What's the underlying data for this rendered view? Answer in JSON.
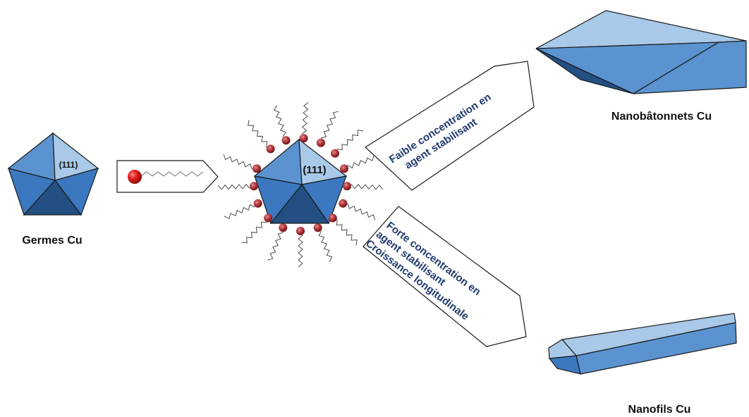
{
  "labels": {
    "seed": "Germes Cu",
    "seed_facet": "(111)",
    "capped_facet": "(111)",
    "rods": "Nanobâtonnets Cu",
    "wires": "Nanofils Cu"
  },
  "arrows": {
    "upper": [
      "Faible concentration en",
      "agent stabilisant"
    ],
    "lower": [
      "Forte concentration en",
      "agent stabilisant",
      "Croissance longitudinale"
    ]
  },
  "colors": {
    "facet_light": "#a9c9e8",
    "facet_mid": "#5b93d0",
    "facet_base": "#3b78c0",
    "facet_dark": "#234f82",
    "ligand_head": "#b0343a",
    "ligand_ball": "#e41f1f",
    "text_arrow": "#1f3a6e"
  }
}
